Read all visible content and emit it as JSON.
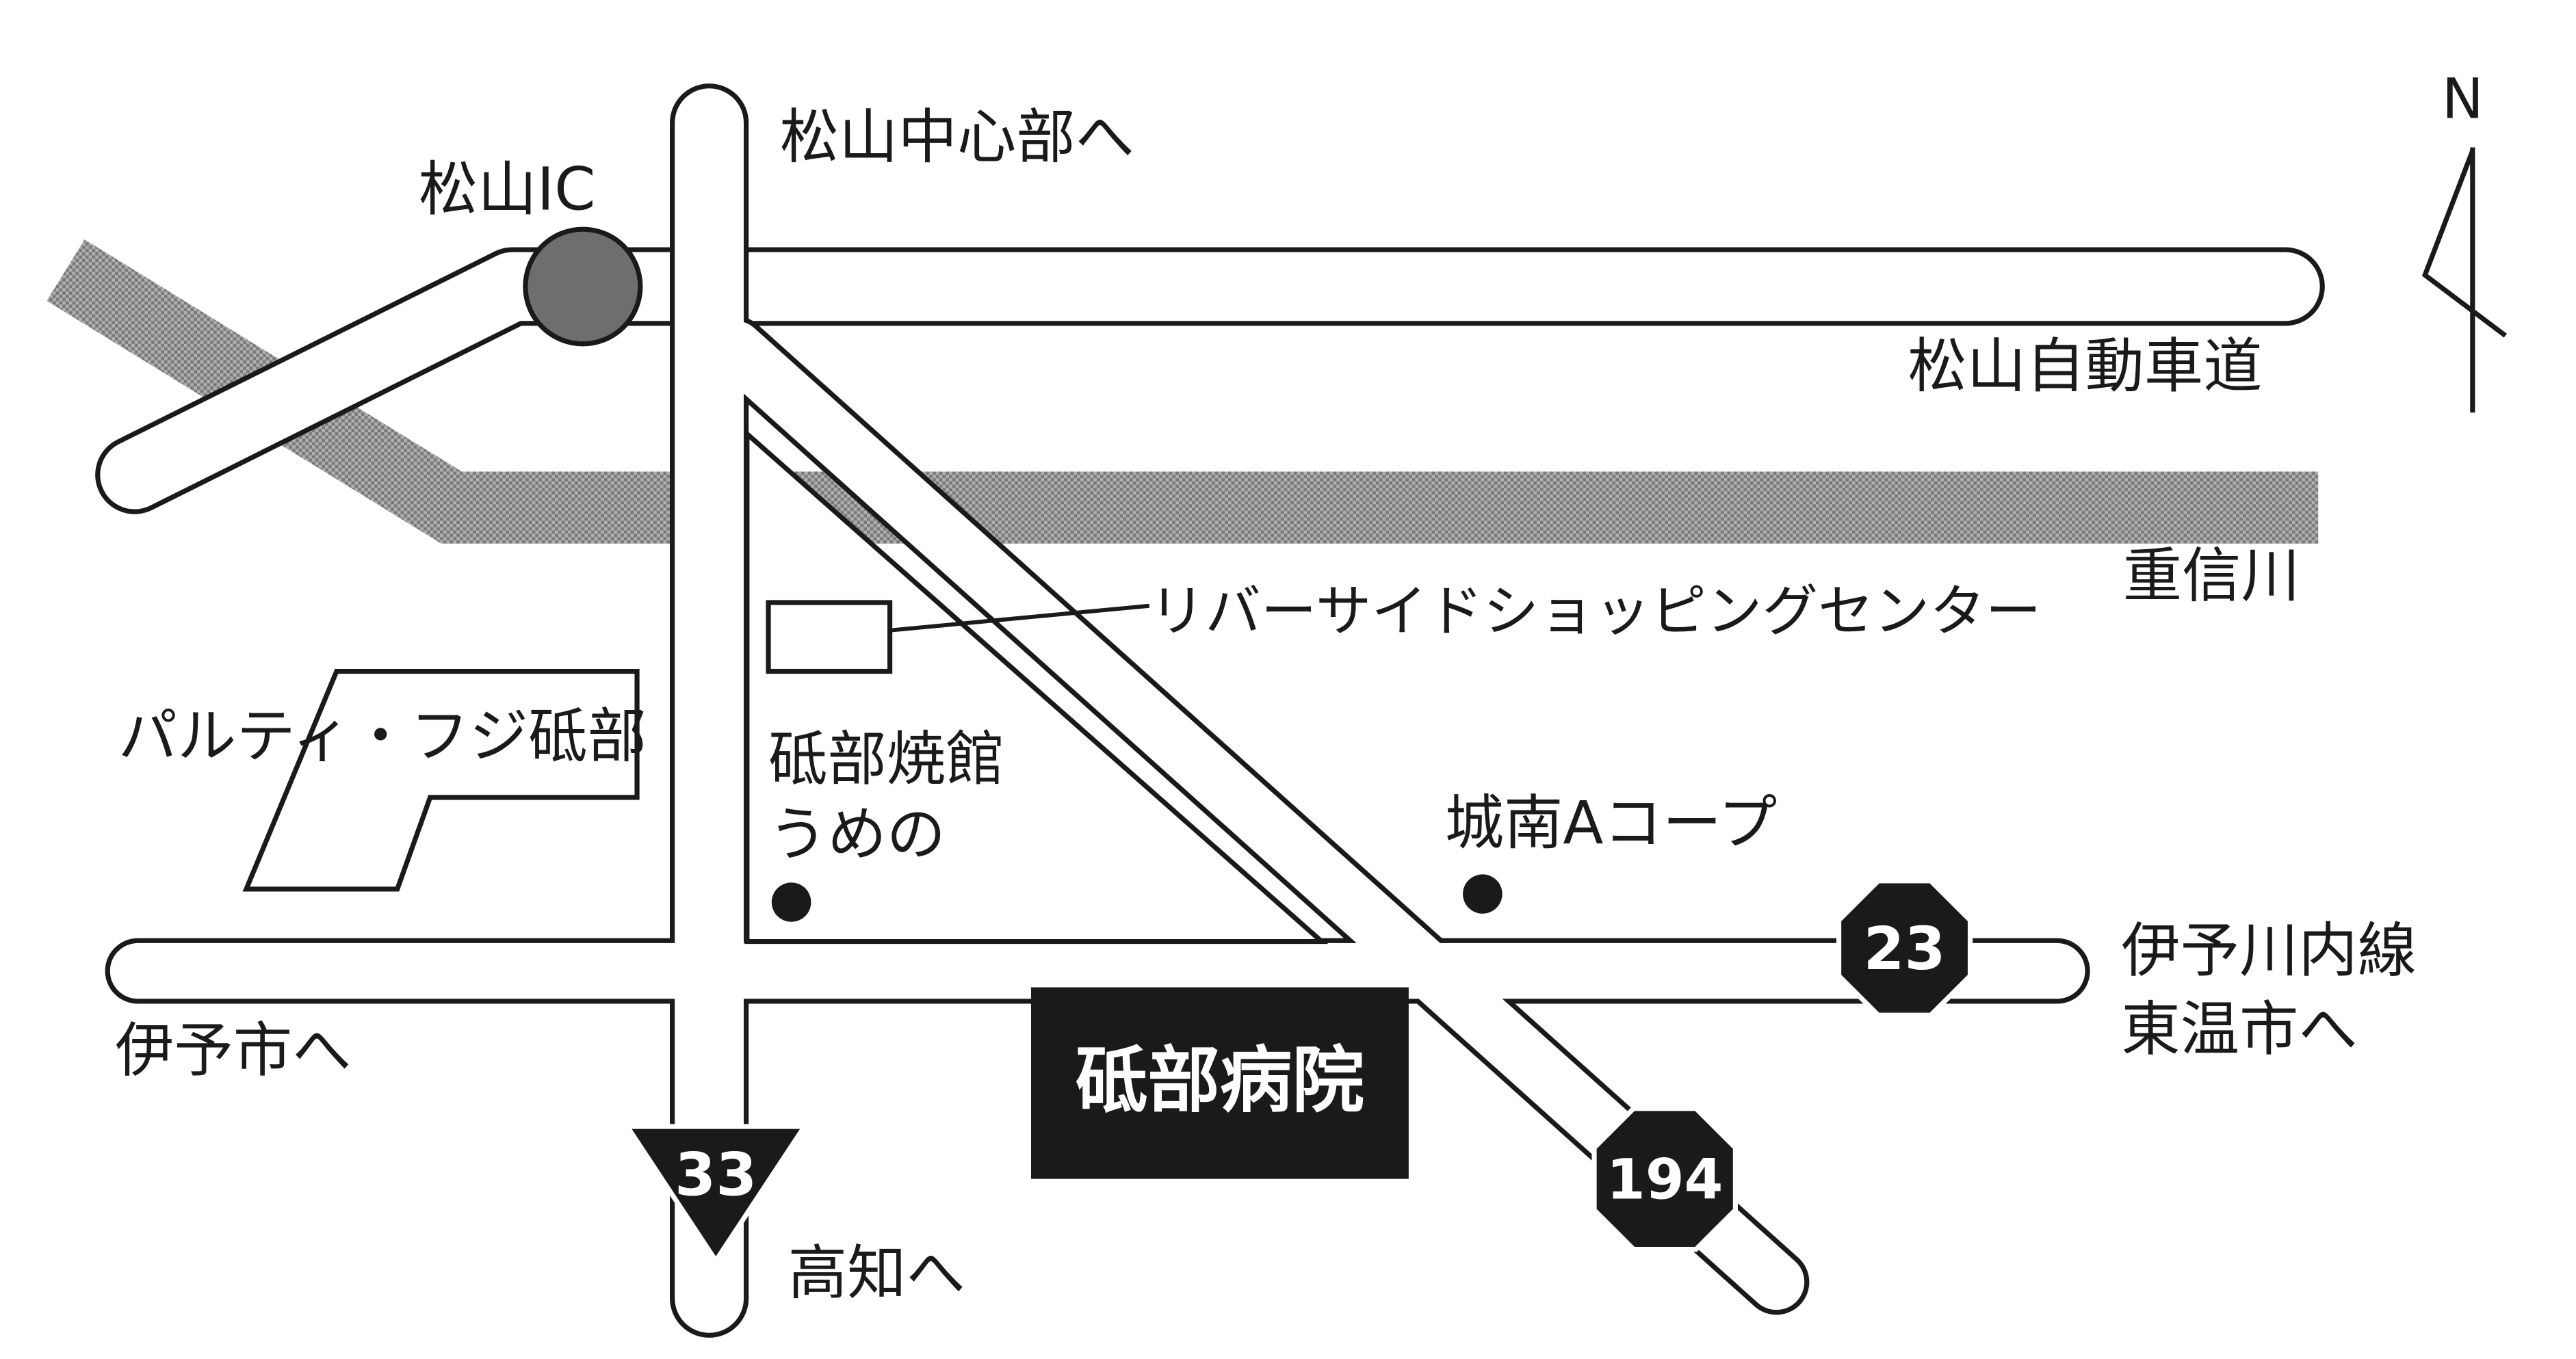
{
  "labels": {
    "ic": "松山IC",
    "to_center": "松山中心部へ",
    "expressway": "松山自動車道",
    "river": "重信川",
    "shopping_center": "リバーサイドショッピングセンター",
    "partie_fuji": "パルティ・フジ砥部",
    "yakikan_1": "砥部焼館",
    "yakikan_2": "うめの",
    "coop": "城南Aコープ",
    "line_1": "伊予川内線",
    "line_2": "東温市へ",
    "to_iyo": "伊予市へ",
    "hospital": "砥部病院",
    "to_kochi": "高知へ",
    "north": "N"
  },
  "route_shields": {
    "r23": "23",
    "r33": "33",
    "r194": "194"
  },
  "colors": {
    "ink": "#1a1a1a",
    "river": "#9a9a9a",
    "ic_fill": "#6e6e6e",
    "paper": "#ffffff",
    "hospital_box": "#1a1a1a",
    "hospital_text": "#ffffff"
  }
}
